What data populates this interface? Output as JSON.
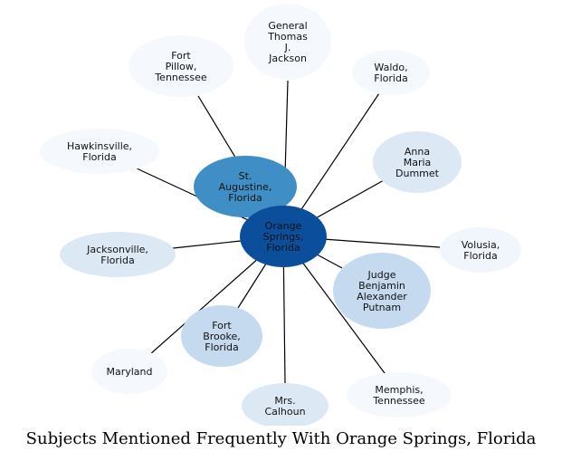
{
  "caption": "Subjects Mentioned Frequently With Orange Springs, Florida",
  "center": {
    "id": "orange-springs",
    "label": [
      "Orange",
      "Springs,",
      "Florida"
    ],
    "color": "#0b4f9c"
  },
  "nodes": [
    {
      "id": "general-thomas-j-jackson",
      "label": [
        "General",
        "Thomas",
        "J.",
        "Jackson"
      ],
      "color": "#f5f8fd"
    },
    {
      "id": "fort-pillow",
      "label": [
        "Fort",
        "Pillow,",
        "Tennessee"
      ],
      "color": "#f5f8fd"
    },
    {
      "id": "waldo",
      "label": [
        "Waldo,",
        "Florida"
      ],
      "color": "#f5f8fd"
    },
    {
      "id": "hawkinsville",
      "label": [
        "Hawkinsville,",
        "Florida"
      ],
      "color": "#f5f8fd"
    },
    {
      "id": "st-augustine",
      "label": [
        "St.",
        "Augustine,",
        "Florida"
      ],
      "color": "#3f8fc6"
    },
    {
      "id": "anna-maria-dummet",
      "label": [
        "Anna",
        "Maria",
        "Dummet"
      ],
      "color": "#dde8f5"
    },
    {
      "id": "jacksonville",
      "label": [
        "Jacksonville,",
        "Florida"
      ],
      "color": "#dde8f5"
    },
    {
      "id": "volusia",
      "label": [
        "Volusia,",
        "Florida"
      ],
      "color": "#f1f5fc"
    },
    {
      "id": "judge-benjamin-alexander-putnam",
      "label": [
        "Judge",
        "Benjamin",
        "Alexander",
        "Putnam"
      ],
      "color": "#c5d9ef"
    },
    {
      "id": "fort-brooke",
      "label": [
        "Fort",
        "Brooke,",
        "Florida"
      ],
      "color": "#c5d9ef"
    },
    {
      "id": "maryland",
      "label": [
        "Maryland"
      ],
      "color": "#f5f8fd"
    },
    {
      "id": "mrs-calhoun",
      "label": [
        "Mrs.",
        "Calhoun"
      ],
      "color": "#dde8f5"
    },
    {
      "id": "memphis",
      "label": [
        "Memphis,",
        "Tennessee"
      ],
      "color": "#f5f8fd"
    }
  ],
  "edge_color": "#000000"
}
